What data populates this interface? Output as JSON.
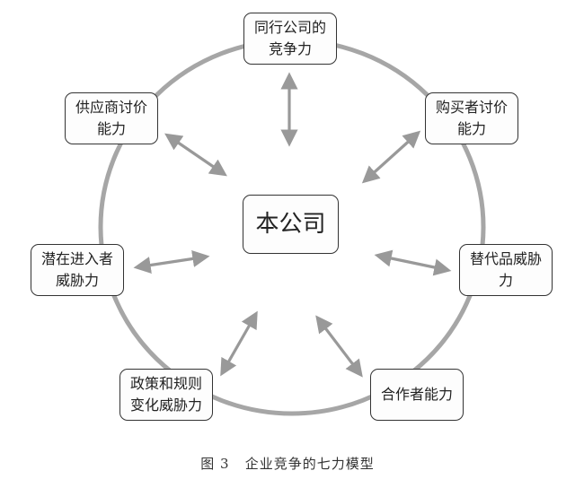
{
  "diagram": {
    "center": "本公司",
    "forces": [
      {
        "id": "peer-competition",
        "label": "同行公司的竞争力"
      },
      {
        "id": "buyer-power",
        "label": "购买者讨价能力"
      },
      {
        "id": "substitute-threat",
        "label": "替代品威胁力"
      },
      {
        "id": "partner-power",
        "label": "合作者能力"
      },
      {
        "id": "policy-threat",
        "label": "政策和规则变化威胁力"
      },
      {
        "id": "new-entrant-threat",
        "label": "潜在进入者威胁力"
      },
      {
        "id": "supplier-power",
        "label": "供应商讨价能力"
      }
    ],
    "colors": {
      "ring": "#a6a6a6",
      "arrow": "#999999",
      "border": "#333333"
    }
  },
  "caption": "图 3   企业竞争的七力模型"
}
